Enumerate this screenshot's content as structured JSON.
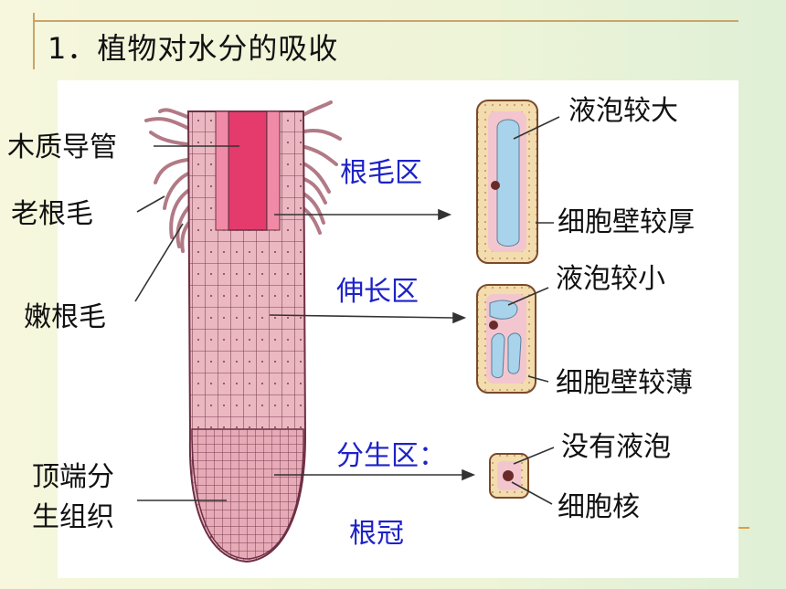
{
  "title": "1．植物对水分的吸收",
  "left_labels": {
    "xylem": "木质导管",
    "old_hair": "老根毛",
    "young_hair": "嫩根毛",
    "meristem_line1": "顶端分",
    "meristem_line2": "生组织"
  },
  "zones": {
    "root_hair": "根毛区",
    "elongation": "伸长区",
    "meristem": "分生区：",
    "cap": "根冠"
  },
  "cell_labels": {
    "vacuole_large": "液泡较大",
    "wall_thick": "细胞壁较厚",
    "vacuole_small": "液泡较小",
    "wall_thin": "细胞壁较薄",
    "no_vacuole": "没有液泡",
    "nucleus": "细胞核"
  },
  "colors": {
    "zone_text": "#1d22c8",
    "root_fill": "#e9b3bc",
    "xylem_fill": "#e43b6c",
    "vacuole_fill": "#a9d3ea",
    "cell_wall": "#f3dcae"
  }
}
